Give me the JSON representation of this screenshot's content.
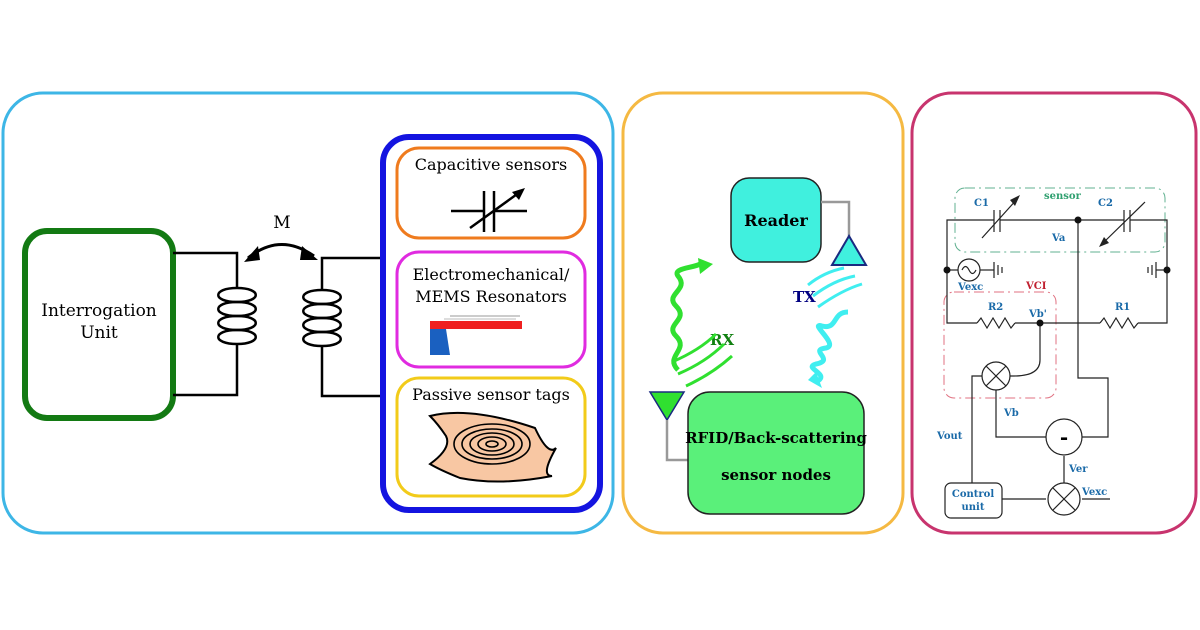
{
  "panel1": {
    "interrogation_unit_line1": "Interrogation",
    "interrogation_unit_line2": "Unit",
    "mutual_label": "M",
    "sensor_types": [
      {
        "line1": "Capacitive sensors",
        "line2": ""
      },
      {
        "line1": "Electromechanical/",
        "line2": "MEMS Resonators"
      },
      {
        "line1": "Passive sensor tags",
        "line2": ""
      }
    ]
  },
  "panel2": {
    "reader_label": "Reader",
    "tx_label": "TX",
    "rx_label": "RX",
    "node_line1": "RFID/Back-scattering",
    "node_line2": "sensor nodes"
  },
  "panel3": {
    "labels": {
      "c1": "C1",
      "sensor": "sensor",
      "c2": "C2",
      "va": "Va",
      "vexc_top": "Vexc",
      "vci": "VCI",
      "r2": "R2",
      "vb_prime": "Vb'",
      "r1": "R1",
      "vb": "Vb",
      "vout": "Vout",
      "minus": "-",
      "ver": "Ver",
      "control1": "Control",
      "control2": "unit",
      "vexc_bottom": "Vexc"
    }
  },
  "colors": {
    "panel1_border": "#3db6e6",
    "panel2_border": "#f5b942",
    "panel3_border": "#c8346e",
    "interrogation_border": "#137a13",
    "sensor_group_border": "#1414e0",
    "capacitive_border": "#ef7b1e",
    "mems_border": "#e02be0",
    "tag_border": "#f2cb1a",
    "reader_fill": "#40f0de",
    "node_fill": "#5af07a",
    "rx_wave": "#30e030",
    "tx_wave": "#40eef0",
    "tx_text": "#000080",
    "rx_text": "#108010",
    "circuit_label": "#1a6aa8",
    "vci_label": "#c02030"
  }
}
